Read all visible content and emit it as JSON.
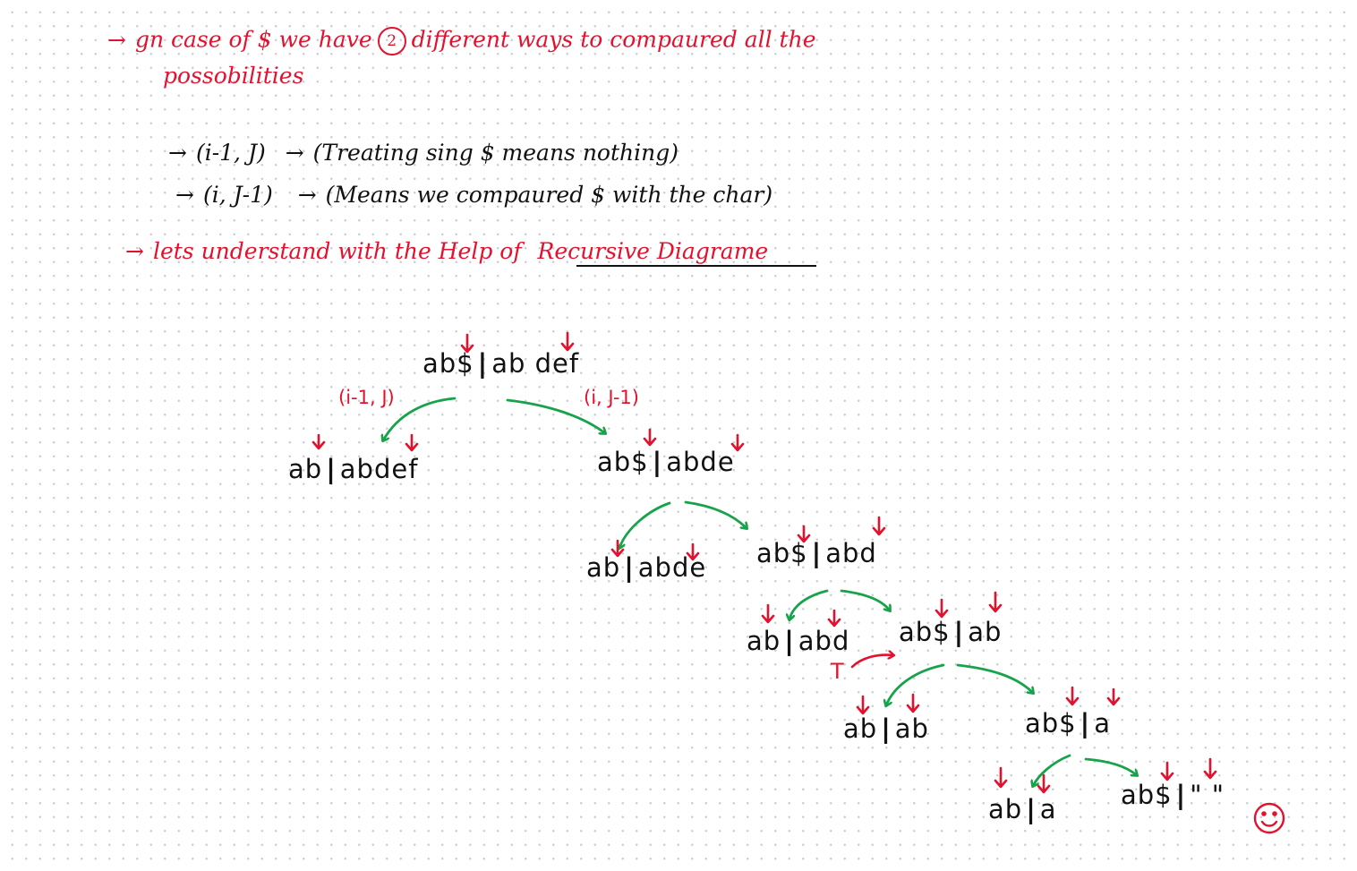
{
  "notes": {
    "line1_before": "gn case of $ we have",
    "line1_number": "2",
    "line1_after": "different ways to compaured all the",
    "line2": "possobilities",
    "option1_pair": "(i-1, J)",
    "option1_meaning": "(Treating sing $ means nothing)",
    "option2_pair": "(i, J-1)",
    "option2_meaning": "(Means we compaured $ with the char)",
    "line5_before": "lets understand with the Help of",
    "line5_link": "Recursive Diagrame"
  },
  "tree": {
    "nodes": [
      {
        "id": "n1",
        "left": "ab$",
        "right": "ab def"
      },
      {
        "id": "n2",
        "left": "ab",
        "right": "abdef"
      },
      {
        "id": "n3",
        "left": "ab$",
        "right": "abde"
      },
      {
        "id": "n4",
        "left": "ab",
        "right": "abde"
      },
      {
        "id": "n5",
        "left": "ab$",
        "right": "abd"
      },
      {
        "id": "n6",
        "left": "ab",
        "right": "abd"
      },
      {
        "id": "n7",
        "left": "ab$",
        "right": "ab"
      },
      {
        "id": "n8",
        "left": "ab",
        "right": "ab"
      },
      {
        "id": "n9",
        "left": "ab$",
        "right": "a"
      },
      {
        "id": "n10",
        "left": "ab",
        "right": "a"
      },
      {
        "id": "n11",
        "left": "ab$",
        "right": "\" \""
      }
    ],
    "branch_left": "(i-1, J)",
    "branch_right": "(i, J-1)",
    "true_label": "T"
  },
  "colors": {
    "note_red": "#e4112e",
    "ink_black": "#111111",
    "arrow_green": "#17a34a",
    "grid_dot": "#c9cdd4"
  },
  "icons": [
    "right-arrow-icon",
    "pointer-arrow-icon",
    "smiley-icon"
  ]
}
